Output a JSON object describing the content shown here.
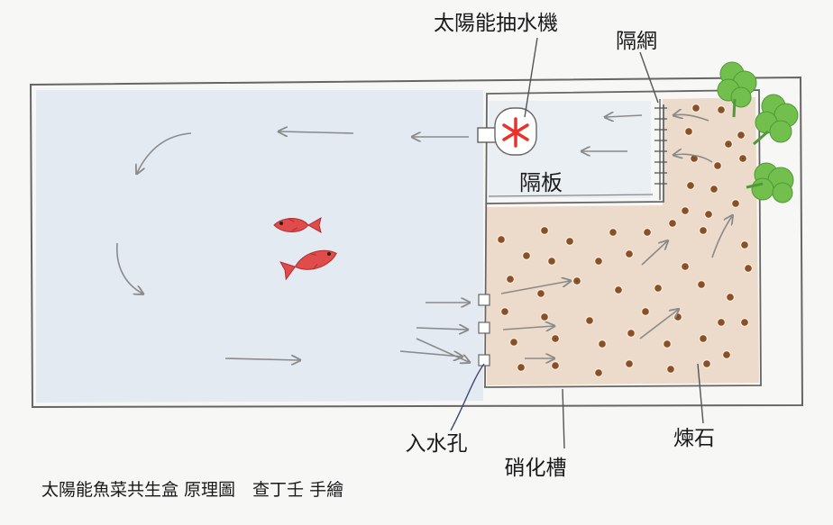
{
  "labels": {
    "solar_pump": "太陽能抽水機",
    "mesh_screen": "隔網",
    "partition": "隔板",
    "water_inlet": "入水孔",
    "nitrification_tank": "硝化槽",
    "clay_pebbles": "煉石",
    "caption": "太陽能魚菜共生盒 原理圖　查丁壬 手繪"
  },
  "colors": {
    "water": "#dfe7f0",
    "media": "#ead7c6",
    "pebble": "#8a4f24",
    "fish": "#e04b4b",
    "pump": "#e8322a",
    "plant": "#6fbf4a",
    "outline": "#555555"
  }
}
